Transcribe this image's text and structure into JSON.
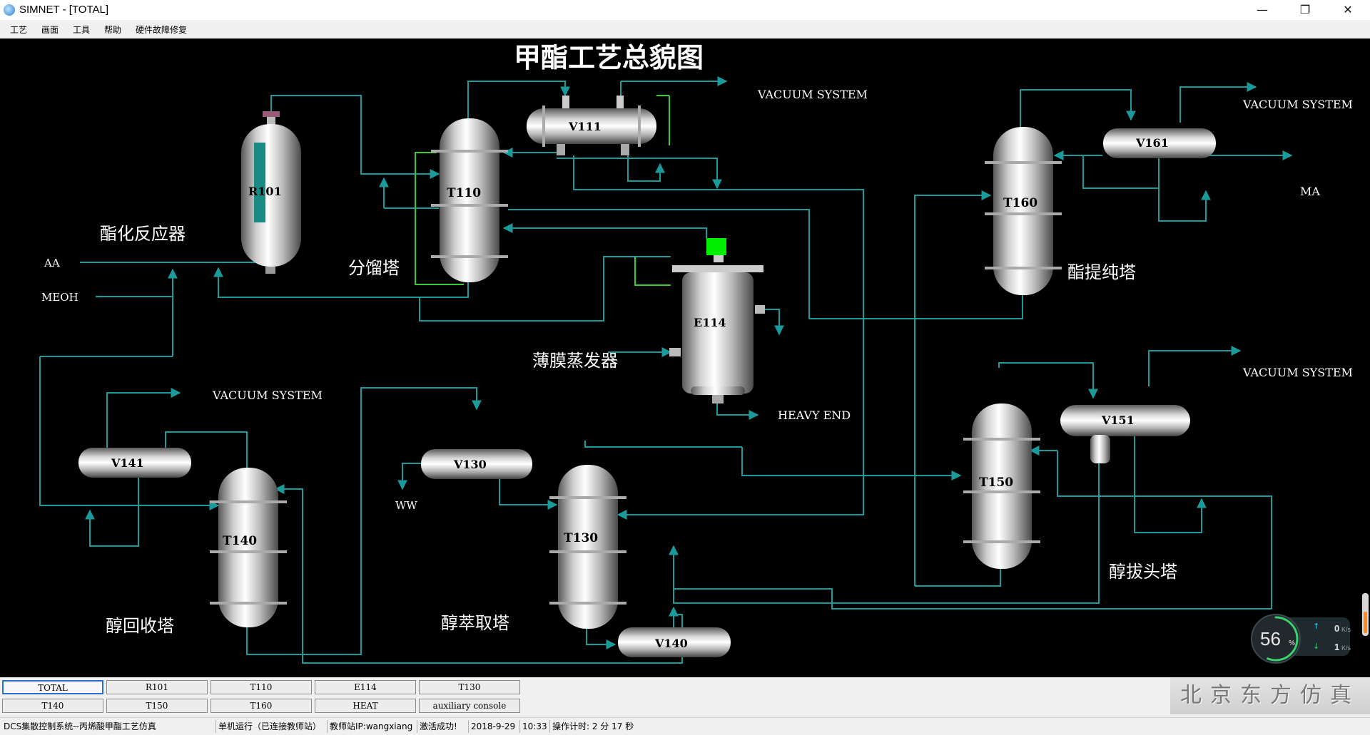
{
  "window": {
    "title": "SIMNET - [TOTAL]",
    "minimize_glyph": "—",
    "maximize_glyph": "❐",
    "close_glyph": "✕"
  },
  "menu": [
    "工艺",
    "画面",
    "工具",
    "帮助",
    "硬件故障修复"
  ],
  "diagram": {
    "title": "甲酯工艺总貌图",
    "equipment_tags": {
      "R101": "R101",
      "T110": "T110",
      "V111": "V111",
      "E114": "E114",
      "T160": "T160",
      "V161": "V161",
      "T150": "T150",
      "V151": "V151",
      "T140": "T140",
      "V141": "V141",
      "T130": "T130",
      "V130": "V130",
      "V140": "V140"
    },
    "unit_names": {
      "reactor": "酯化反应器",
      "fractionator": "分馏塔",
      "evaporator": "薄膜蒸发器",
      "purifier": "酯提纯塔",
      "light_ends": "醇拔头塔",
      "recovery": "醇回收塔",
      "extraction": "醇萃取塔"
    },
    "stream_labels": {
      "aa": "AA",
      "meoh": "MEOH",
      "vac1": "VACUUM SYSTEM",
      "vac2": "VACUUM SYSTEM",
      "vac3": "VACUUM SYSTEM",
      "vac4": "VACUUM SYSTEM",
      "ma": "MA",
      "heavy_end": "HEAVY END",
      "ww": "WW"
    },
    "pipe_color": "#1a9a9a",
    "green_line_color": "#33cc33",
    "indicator_color": "#00ee00"
  },
  "network_monitor": {
    "percent": "56",
    "percent_sign": "%",
    "up_rate": "0",
    "down_rate": "1",
    "rate_unit": "K/s",
    "fill_fraction": 0.56
  },
  "tabs": {
    "row1": [
      "TOTAL",
      "R101",
      "T110",
      "E114",
      "T130"
    ],
    "row2": [
      "T140",
      "T150",
      "T160",
      "HEAT",
      "auxiliary console"
    ],
    "active": "TOTAL"
  },
  "brand": "北京东方仿真",
  "status": [
    "DCS集散控制系统--丙烯酸甲酯工艺仿真",
    "单机运行（已连接教师站）",
    "教师站IP:wangxiang",
    "激活成功!",
    "2018-9-29",
    "10:33",
    "操作计时: 2 分 17 秒"
  ]
}
